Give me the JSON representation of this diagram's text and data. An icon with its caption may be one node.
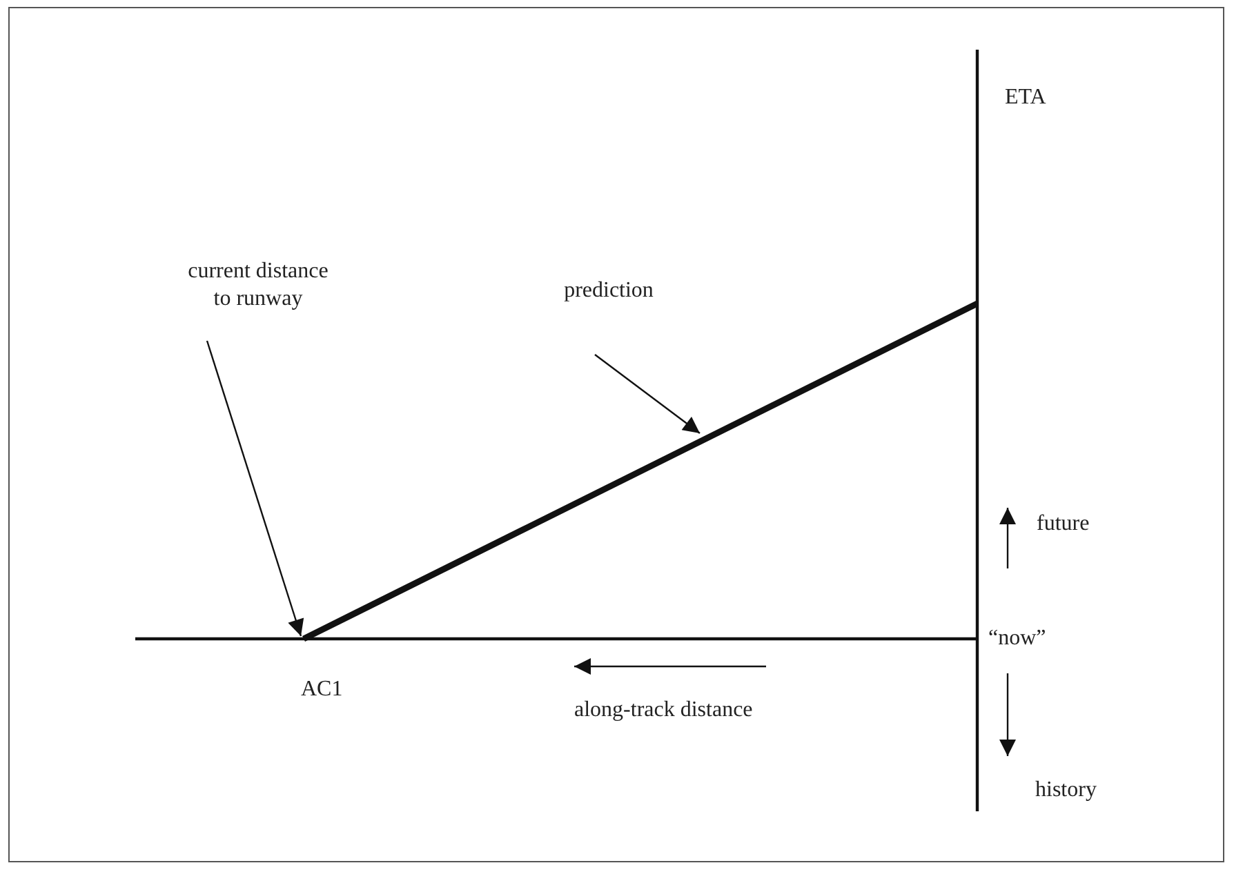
{
  "diagram": {
    "nodes": [
      {
        "text": [
          "current distance to runway"
        ]
      },
      {
        "text": [
          "prediction"
        ]
      }
    ],
    "edges": [
      {
        "from": 0,
        "to": null,
        "arrow": "to"
      },
      {
        "from": 1,
        "to": null,
        "arrow": "to"
      }
    ],
    "labels": [
      "ETA",
      "future",
      "“now”",
      "AC1",
      "along-track distance",
      "history"
    ]
  }
}
